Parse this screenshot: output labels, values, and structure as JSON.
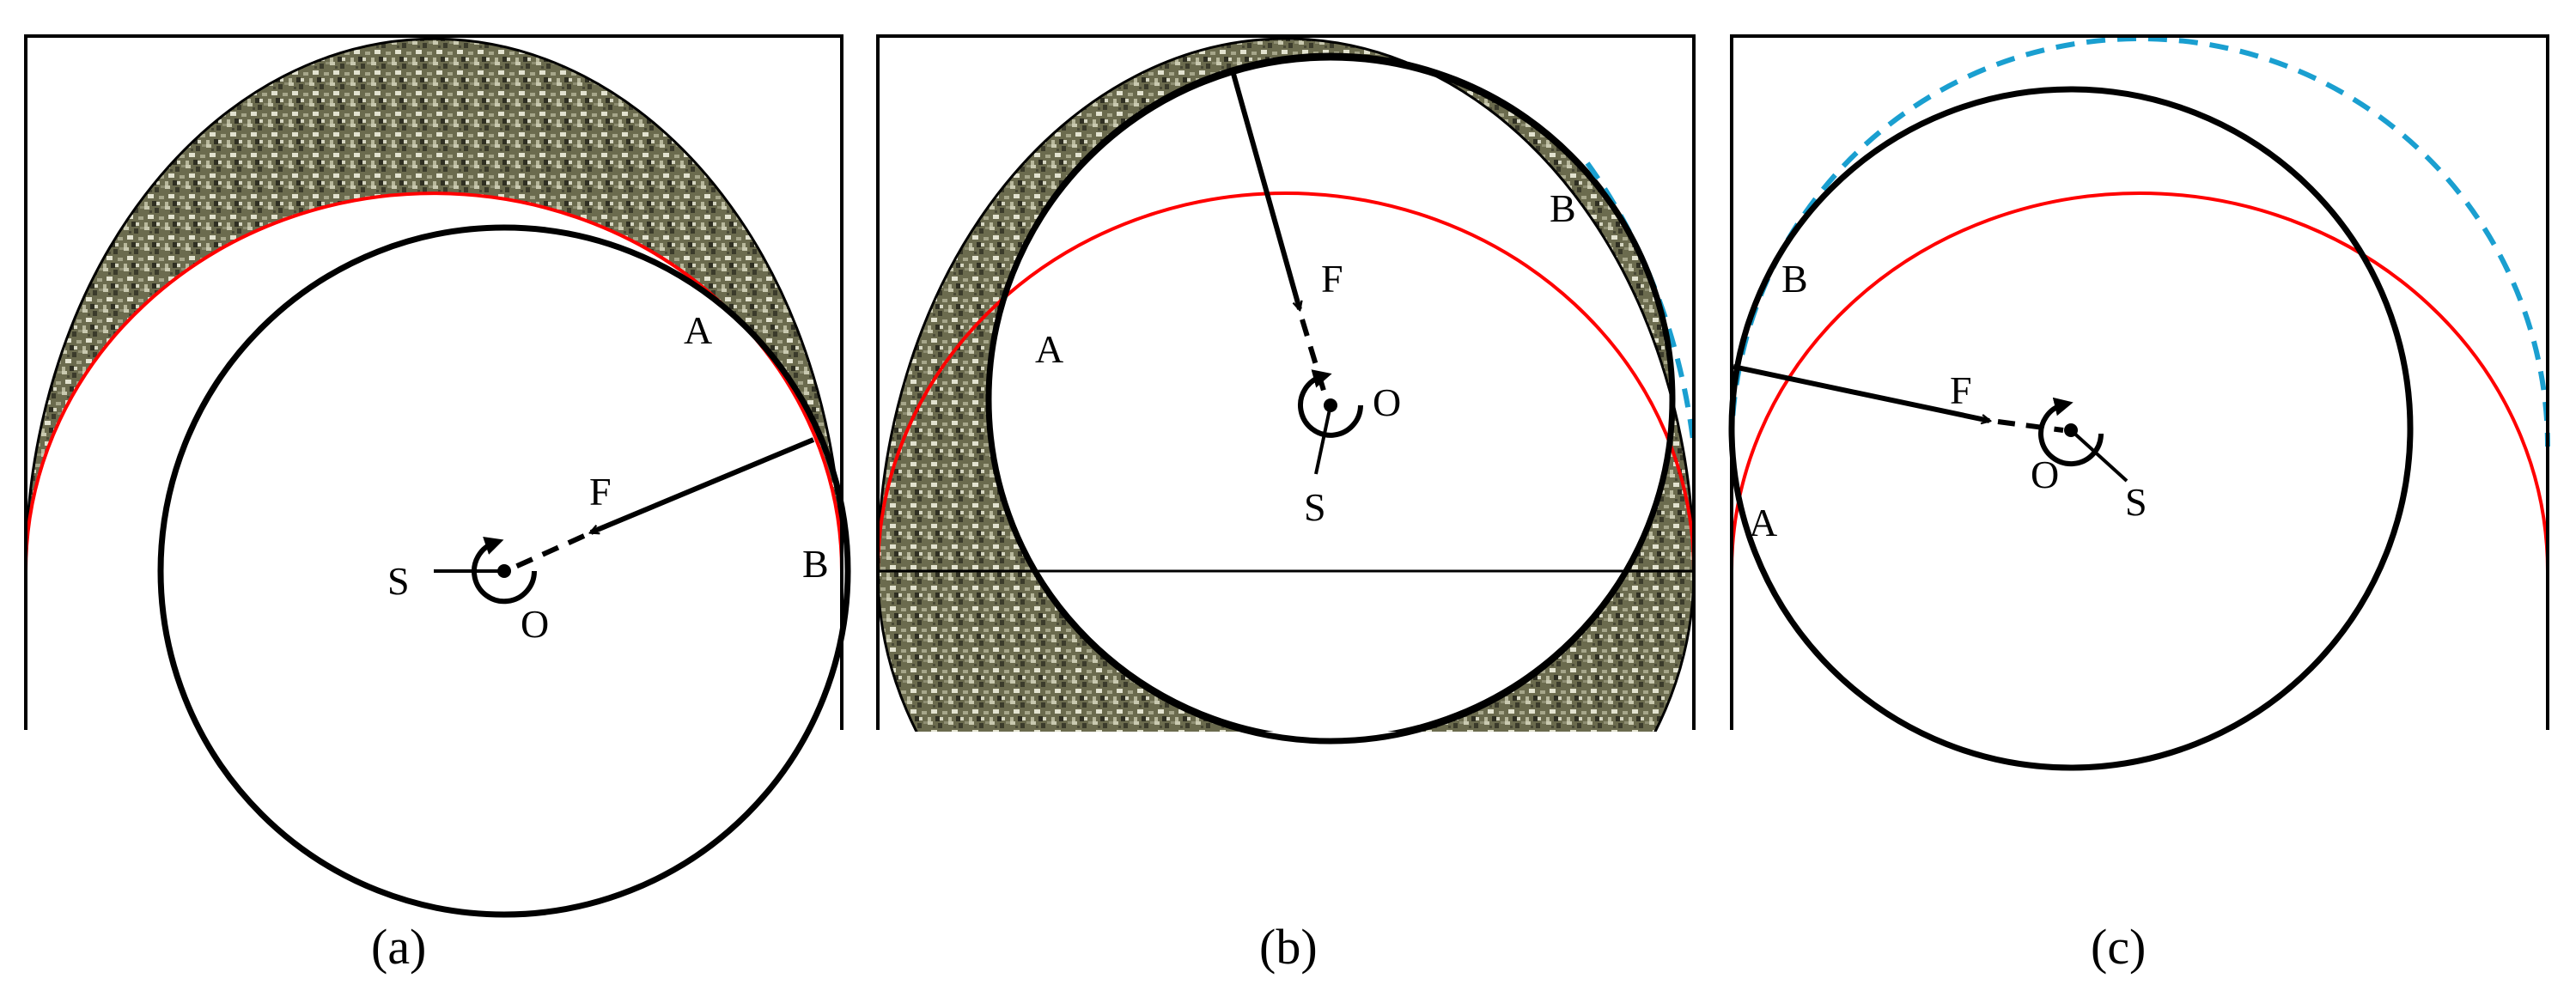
{
  "colors": {
    "stroke": "#000000",
    "red_curve": "#ff0000",
    "dashed_curve": "#1a9fd0",
    "material": "#6b6b4e",
    "material_light": "#c9c9b0",
    "material_dark": "#3b3b2b"
  },
  "panels": [
    {
      "caption": "(a)",
      "label_A": "A",
      "label_B": "B",
      "label_F": "F",
      "label_S": "S",
      "label_O": "O"
    },
    {
      "caption": "(b)",
      "label_A": "A",
      "label_B": "B",
      "label_F": "F",
      "label_S": "S",
      "label_O": "O"
    },
    {
      "caption": "(c)",
      "label_A": "A",
      "label_B": "B",
      "label_F": "F",
      "label_S": "S",
      "label_O": "O"
    }
  ]
}
